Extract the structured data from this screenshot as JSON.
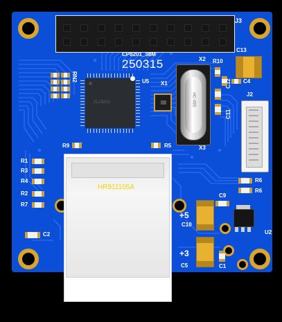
{
  "board": {
    "header_label": "J3",
    "part_number": "CP8201_38M",
    "date_code": "250315",
    "chip_marking": "ZL19A01",
    "connector_marking": "HR911105A",
    "crystal_marking": "HC-49S",
    "labels": {
      "x2": "X2",
      "x1": "X1",
      "x3": "X3",
      "r10": "R10",
      "c13": "C13",
      "c4": "C4",
      "c12": "C12",
      "c11": "C11",
      "j2": "J2",
      "u5": "U5",
      "rn2": "RN2",
      "r9": "R9",
      "r5": "R5",
      "r1": "R1",
      "r3": "R3",
      "r4": "R4",
      "r2": "R2",
      "r7": "R7",
      "c2": "C2",
      "r6a": "R6",
      "r6b": "R6",
      "c9": "C9",
      "plus5": "+5",
      "c10": "C10",
      "plus3": "+3",
      "c5": "C5",
      "c1": "C1",
      "u2": "U2"
    },
    "colors": {
      "pcb": "#0b4fd8",
      "pad": "#e2b044",
      "silkscreen": "#ffffff",
      "background": "#000000"
    }
  }
}
